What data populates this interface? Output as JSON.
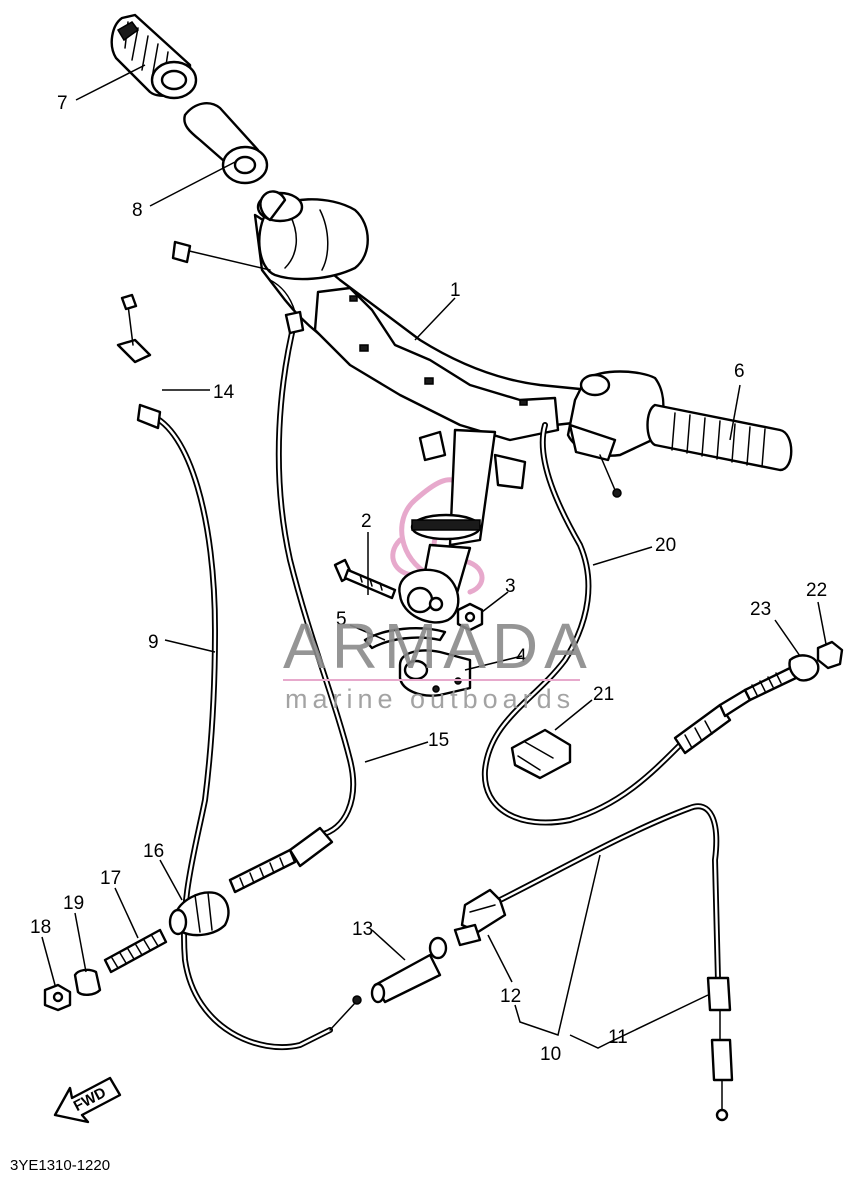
{
  "diagram": {
    "callouts": [
      "1",
      "2",
      "3",
      "4",
      "5",
      "6",
      "7",
      "8",
      "9",
      "10",
      "11",
      "12",
      "13",
      "14",
      "15",
      "16",
      "17",
      "18",
      "19",
      "20",
      "21",
      "22",
      "23"
    ],
    "drawing_code": "3YE1310-1220",
    "fwd_label": "FWD"
  },
  "watermark": {
    "brand": "ARMADA",
    "tagline": "marine outboards",
    "brand_color": "#8a8a8a",
    "logo_color": "#e7a9cc"
  }
}
